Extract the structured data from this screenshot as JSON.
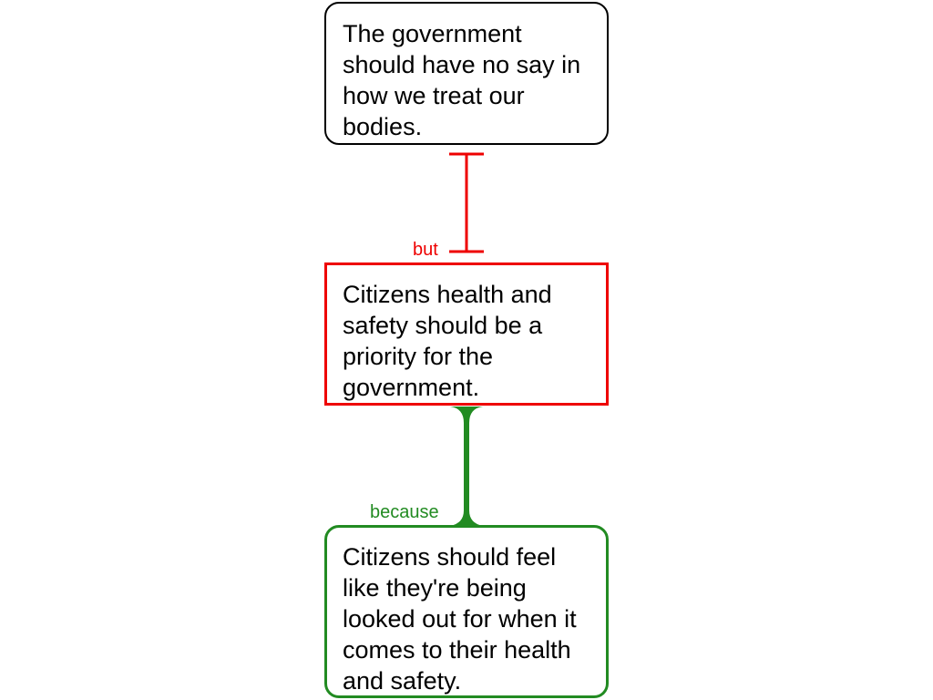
{
  "nodes": {
    "claim": {
      "text": "The government should have no say in how we treat our bodies."
    },
    "objection": {
      "text": "Citizens health and safety should be a priority for the government."
    },
    "reason": {
      "text": "Citizens should feel like they're being looked out for when it comes to their health and safety."
    }
  },
  "edges": {
    "objection_to_claim": {
      "label": "but",
      "color": "#ee0000"
    },
    "reason_to_objection": {
      "label": "because",
      "color": "#228b22"
    }
  }
}
